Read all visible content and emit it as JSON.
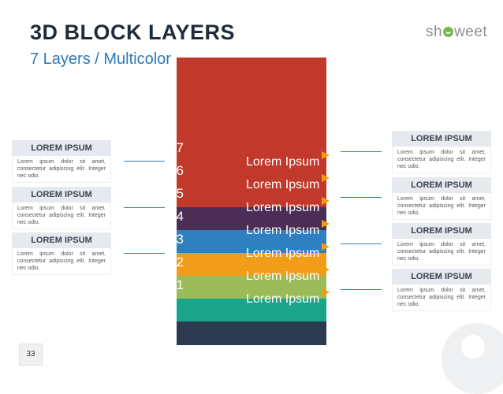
{
  "header": {
    "title": "3D BLOCK LAYERS",
    "subtitle": "7 Layers / Multicolor",
    "logo_text_a": "sh",
    "logo_text_b": "weet"
  },
  "layers": {
    "labels": [
      "Lorem Ipsum",
      "Lorem Ipsum",
      "Lorem Ipsum",
      "Lorem Ipsum",
      "Lorem Ipsum",
      "Lorem Ipsum",
      "Lorem Ipsum"
    ],
    "numbers": [
      "07",
      "06",
      "05",
      "04",
      "03",
      "02",
      "01"
    ],
    "colors": [
      "#c0392b",
      "#4a2e55",
      "#2f7fc1",
      "#f19d1a",
      "#9bbb59",
      "#1aa58a",
      "#2b3a4f"
    ]
  },
  "callouts_left": [
    {
      "heading": "LOREM IPSUM",
      "text": "Lorem ipsum dolor sit amet, consectetur adipiscing elit. Integer nec odio."
    },
    {
      "heading": "LOREM IPSUM",
      "text": "Lorem ipsum dolor sit amet, consectetur adipiscing elit. Integer nec odio."
    },
    {
      "heading": "LOREM IPSUM",
      "text": "Lorem ipsum dolor sit amet, consectetur adipiscing elit. Integer nec odio."
    }
  ],
  "callouts_right": [
    {
      "heading": "LOREM IPSUM",
      "text": "Lorem ipsum dolor sit amet, consectetur adipiscing elit. Integer nec odio."
    },
    {
      "heading": "LOREM IPSUM",
      "text": "Lorem ipsum dolor sit amet, consectetur adipiscing elit. Integer nec odio."
    },
    {
      "heading": "LOREM IPSUM",
      "text": "Lorem ipsum dolor sit amet, consectetur adipiscing elit. Integer nec odio."
    },
    {
      "heading": "LOREM IPSUM",
      "text": "Lorem ipsum dolor sit amet, consectetur adipiscing elit. Integer nec odio."
    }
  ],
  "footer": {
    "page_number": "33"
  }
}
